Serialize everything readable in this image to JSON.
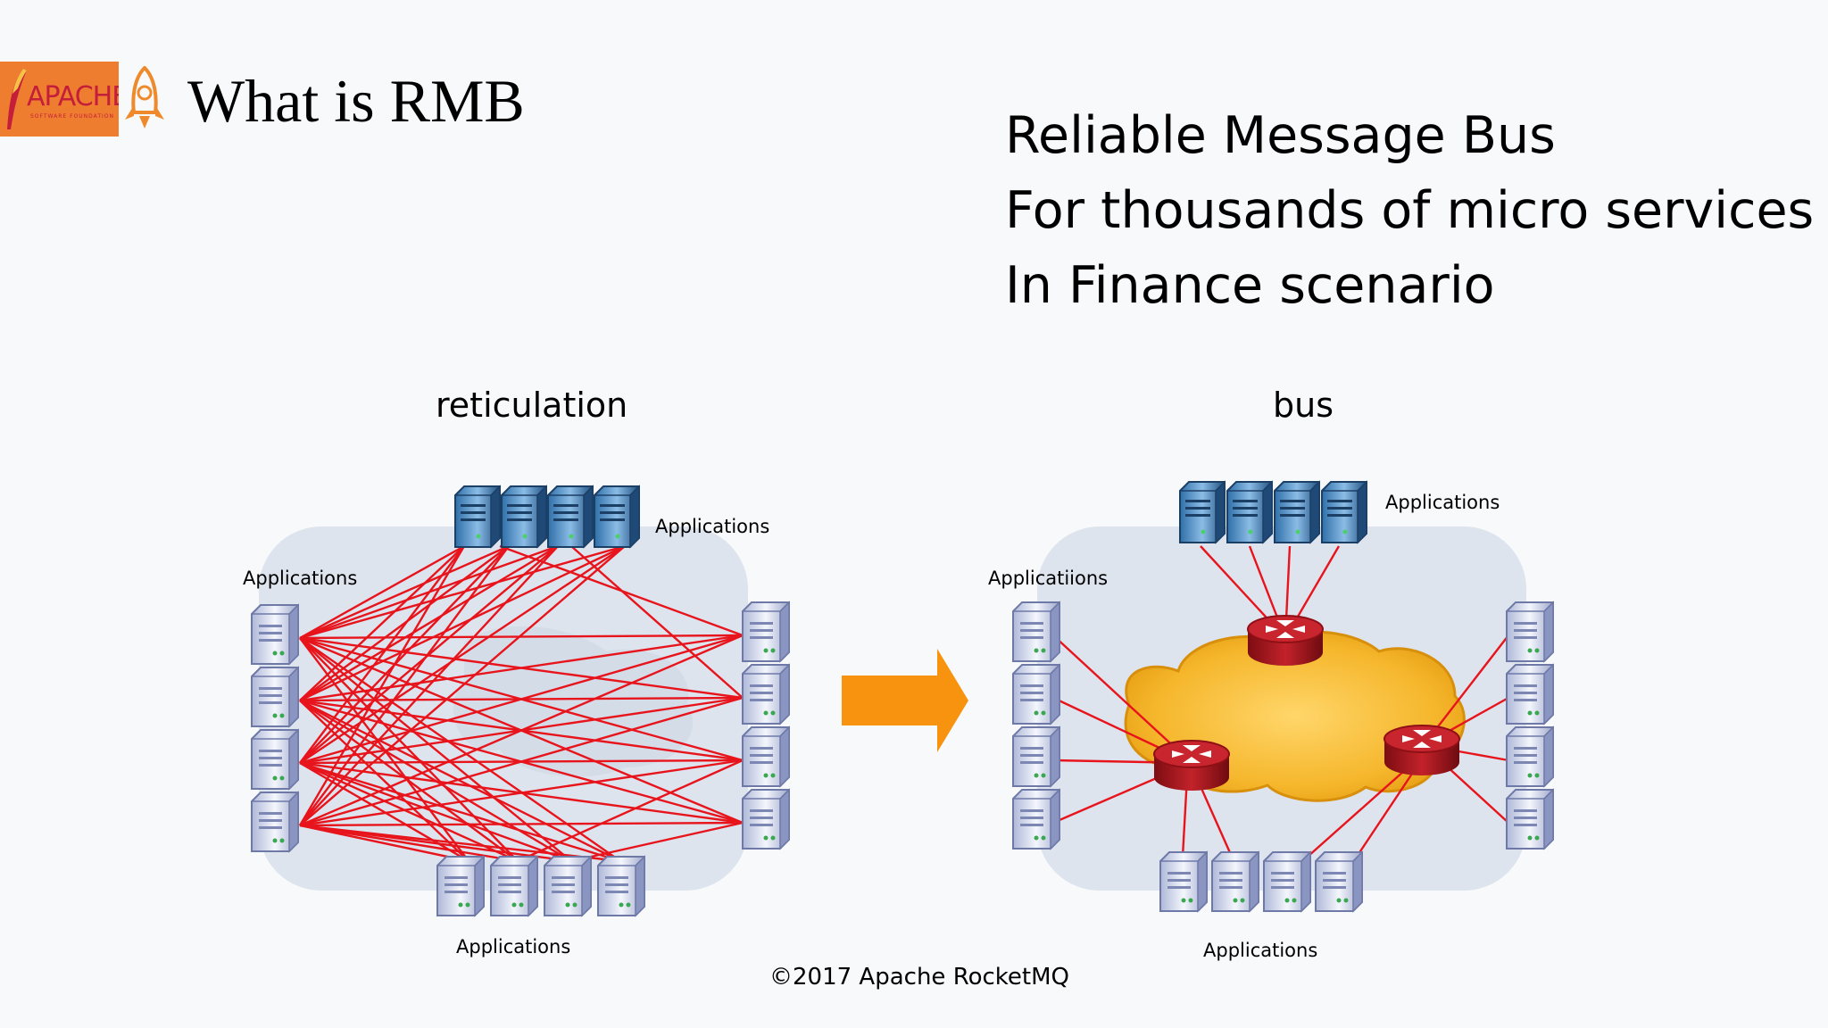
{
  "header": {
    "logo_text": "APACHE",
    "logo_subtext": "SOFTWARE FOUNDATION",
    "title": "What is RMB"
  },
  "subtitle_lines": [
    "Reliable Message Bus",
    "For thousands of micro services",
    "In Finance scenario"
  ],
  "left_diagram": {
    "title": "reticulation",
    "label_top": "Applications",
    "label_left": "Applications",
    "label_bottom": "Applications"
  },
  "right_diagram": {
    "title": "bus",
    "label_top": "Applications",
    "label_left": "Applicatiions",
    "label_bottom": "Applications"
  },
  "footer": {
    "copyright": "©2017 Apache RocketMQ"
  },
  "colors": {
    "link_line": "#e8141c",
    "arrow": "#f7930e",
    "cloud": "#f5b62b",
    "router": "#a3151c",
    "panel": "#dde4ee",
    "logo_bg": "#ee7d30"
  },
  "icons": [
    "server-icon",
    "router-icon",
    "cloud-icon",
    "arrow-right-icon",
    "rocket-icon",
    "feather-icon"
  ]
}
